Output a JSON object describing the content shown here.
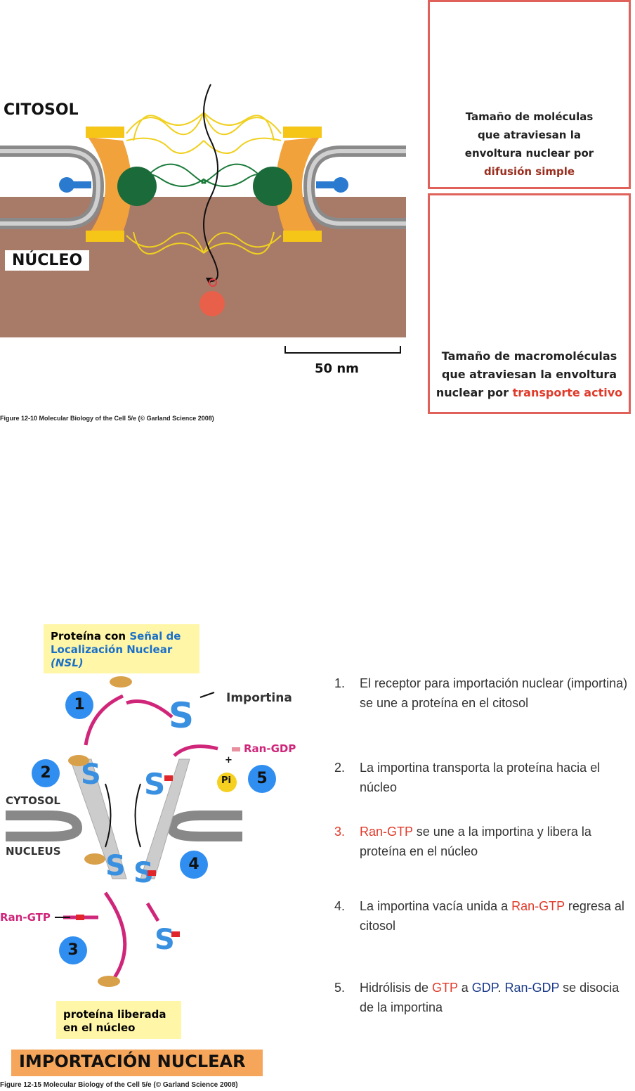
{
  "top_figure": {
    "citosol_label": "CITOSOL",
    "nucleo_label": "NÚCLEO",
    "scale_label": "50 nm",
    "credit": "Figure 12-10 Molecular Biology of the Cell 5/e (© Garland Science 2008)"
  },
  "diffusion_box": {
    "line1": "Tamaño de moléculas",
    "line2": "que atraviesan la",
    "line3": "envoltura nuclear por",
    "highlight": "difusión simple"
  },
  "active_box": {
    "line1": "Tamaño de macromoléculas",
    "line2": "que atraviesan la envoltura",
    "line3_prefix": "nuclear por ",
    "highlight": "transporte activo"
  },
  "bottom_figure": {
    "nsl_prefix": "Proteína con ",
    "nsl_highlight1": "Señal de",
    "nsl_highlight2": "Localización Nuclear",
    "nsl_highlight3": "(NSL)",
    "importina_label": "Importina",
    "ran_gdp_label": "Ran-GDP",
    "plus": "+",
    "pi_label": "Pi",
    "cytosol_label": "CYTOSOL",
    "nucleus_label": "NUCLEUS",
    "ran_gtp_label": "Ran-GTP",
    "released_line1": "proteína liberada",
    "released_line2": "en el núcleo",
    "title": "IMPORTACIÓN NUCLEAR",
    "credit": "Figure 12-15  Molecular Biology of the Cell 5/e (© Garland Science 2008)",
    "step_numbers": [
      "1",
      "2",
      "3",
      "4",
      "5"
    ]
  },
  "steps": [
    {
      "num": "1.",
      "text": "El receptor para importación nuclear (importina) se une a proteína en el citosol"
    },
    {
      "num": "2.",
      "text": "La importina transporta la proteína hacia el núcleo"
    },
    {
      "num": "3.",
      "a": "Ran-GTP",
      "b": " se une a la importina y libera la proteína en el núcleo"
    },
    {
      "num": "4.",
      "a": "La importina vacía unida a ",
      "b": "Ran-GTP",
      "c": " regresa al citosol"
    },
    {
      "num": "5.",
      "a": "Hidrólisis de ",
      "b": "GTP",
      "c": " a ",
      "d": "GDP",
      "e": ". ",
      "f": "Ran-GDP",
      "g": " se disocia de la importina"
    }
  ],
  "colors": {
    "nucleus": "#a87a68",
    "box_border": "#e0605a",
    "accent_red": "#e03a2a",
    "magenta": "#d0267a",
    "blue_circle": "#2f8ef0"
  }
}
